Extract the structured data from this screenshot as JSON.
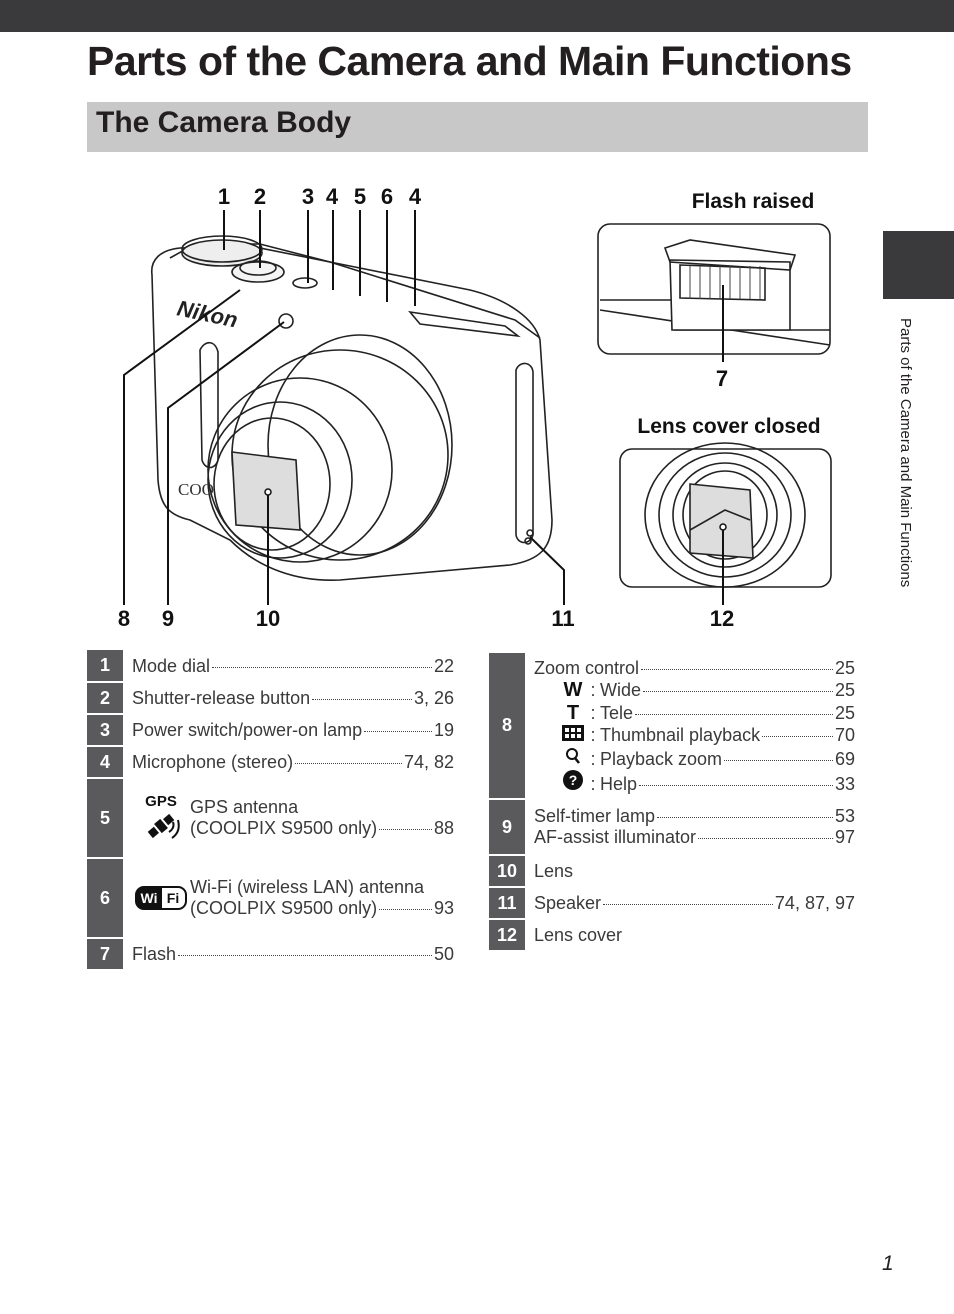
{
  "page": {
    "title": "Parts of the Camera and Main Functions",
    "section_title": "The Camera Body",
    "side_label": "Parts of the Camera and Main Functions",
    "page_number": "1"
  },
  "diagram": {
    "flash_raised_label": "Flash raised",
    "lens_cover_closed_label": "Lens cover closed",
    "brand_text": "Nikon",
    "model_text": "COO",
    "callouts": [
      "1",
      "2",
      "3",
      "4",
      "5",
      "6",
      "4",
      "7",
      "8",
      "9",
      "10",
      "11",
      "12"
    ]
  },
  "left_table": [
    {
      "num": "1",
      "label": "Mode dial",
      "page": "22"
    },
    {
      "num": "2",
      "label": "Shutter-release button",
      "page": "3,  26"
    },
    {
      "num": "3",
      "label": "Power switch/power-on lamp",
      "page": "19"
    },
    {
      "num": "4",
      "label": "Microphone (stereo)",
      "page": "74, 82"
    },
    {
      "num": "5",
      "icon": "gps-icon",
      "icon_text": "GPS",
      "line1": "GPS antenna",
      "label": "(COOLPIX S9500 only)",
      "page": "88"
    },
    {
      "num": "6",
      "icon": "wifi-icon",
      "icon_text": "WiFi",
      "line1": "Wi-Fi (wireless LAN) antenna",
      "label": "(COOLPIX S9500 only)",
      "page": "93"
    },
    {
      "num": "7",
      "label": "Flash",
      "page": "50"
    }
  ],
  "right_table": {
    "row8": {
      "num": "8",
      "main": {
        "label": "Zoom control",
        "page": "25"
      },
      "subs": [
        {
          "symbol": "W",
          "icon": "wide-icon",
          "label": "Wide",
          "page": "25"
        },
        {
          "symbol": "T",
          "icon": "tele-icon",
          "label": "Tele",
          "page": "25"
        },
        {
          "symbol": "",
          "icon": "thumbnail-icon",
          "label": "Thumbnail playback",
          "page": "70"
        },
        {
          "symbol": "",
          "icon": "magnifier-icon",
          "label": "Playback zoom",
          "page": "69"
        },
        {
          "symbol": "?",
          "icon": "help-icon",
          "label": "Help",
          "page": "33"
        }
      ]
    },
    "row9": {
      "num": "9",
      "items": [
        {
          "label": "Self-timer lamp",
          "page": "53"
        },
        {
          "label": "AF-assist illuminator",
          "page": "97"
        }
      ]
    },
    "row10": {
      "num": "10",
      "label": "Lens"
    },
    "row11": {
      "num": "11",
      "label": "Speaker",
      "page": "74, 87, 97"
    },
    "row12": {
      "num": "12",
      "label": "Lens cover"
    }
  }
}
